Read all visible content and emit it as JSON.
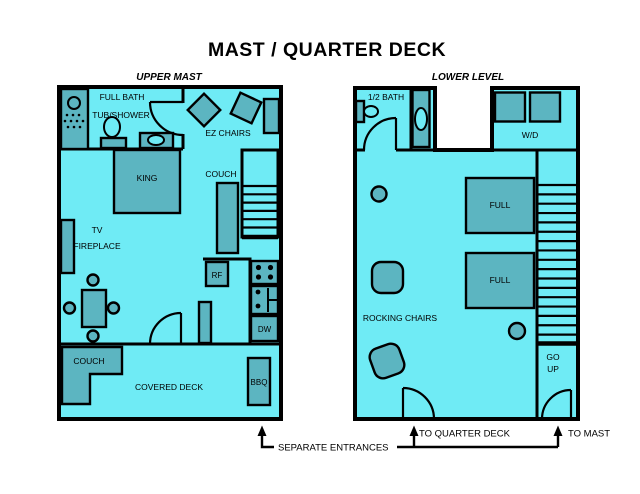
{
  "title": "MAST / QUARTER DECK",
  "upper_mast": {
    "subtitle": "UPPER MAST",
    "rooms": {
      "full_bath": "FULL BATH",
      "tub_shower": "TUB/SHOWER",
      "ez_chairs": "EZ CHAIRS",
      "king_bed": "KING",
      "couch": "COUCH",
      "tv_fireplace": {
        "line1": "TV",
        "line2": "FIREPLACE"
      },
      "fridge": "RF",
      "dishwasher": "DW",
      "deck_couch": "COUCH",
      "covered_deck": "COVERED DECK",
      "bbq": "BBQ"
    }
  },
  "lower_level": {
    "subtitle": "LOWER LEVEL",
    "rooms": {
      "half_bath": "1/2 BATH",
      "washer_dryer": "W/D",
      "full_bed_1": "FULL",
      "full_bed_2": "FULL",
      "rocking_chairs": "ROCKING CHAIRS",
      "go_up": {
        "line1": "GO",
        "line2": "UP"
      }
    }
  },
  "annotations": {
    "separate_entrances": "SEPARATE ENTRANCES",
    "to_quarter_deck": "TO QUARTER DECK",
    "to_mast": "TO MAST"
  },
  "colors": {
    "floor": "#6FEBF5",
    "furniture": "#5CB5C1",
    "outline": "#000000",
    "background": "#FFFFFF"
  }
}
